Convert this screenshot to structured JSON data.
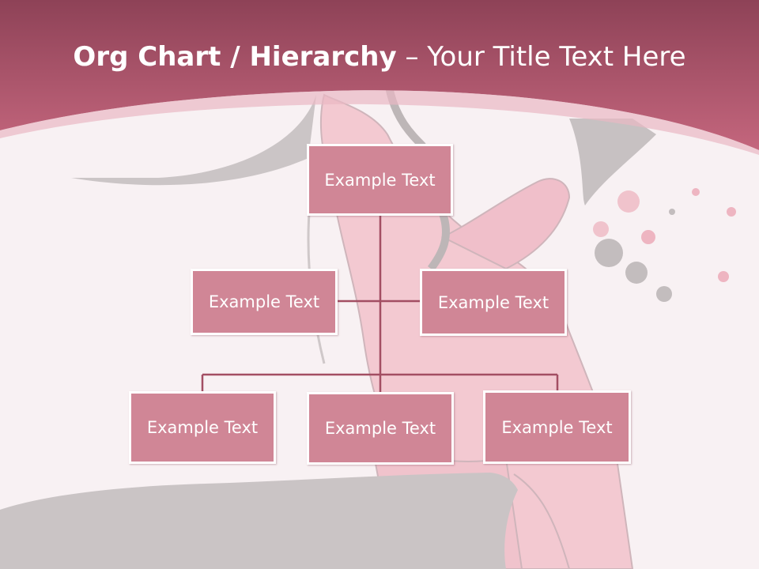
{
  "slide": {
    "title_bold": "Org Chart / Hierarchy",
    "title_separator": " – ",
    "title_rest": "Your Title Text Here"
  },
  "org_chart": {
    "root": {
      "label": "Example Text"
    },
    "assistants": [
      {
        "label": "Example Text"
      },
      {
        "label": "Example Text"
      }
    ],
    "children": [
      {
        "label": "Example Text"
      },
      {
        "label": "Example Text"
      },
      {
        "label": "Example Text"
      }
    ]
  },
  "colors": {
    "header": "#b85a70",
    "box_fill": "#d08696",
    "box_border": "#ffffff",
    "connector": "#a34e63",
    "background": "#f8f1f3",
    "illustration_pink": "#f3c9d1",
    "illustration_gray": "#c9c4c5"
  }
}
